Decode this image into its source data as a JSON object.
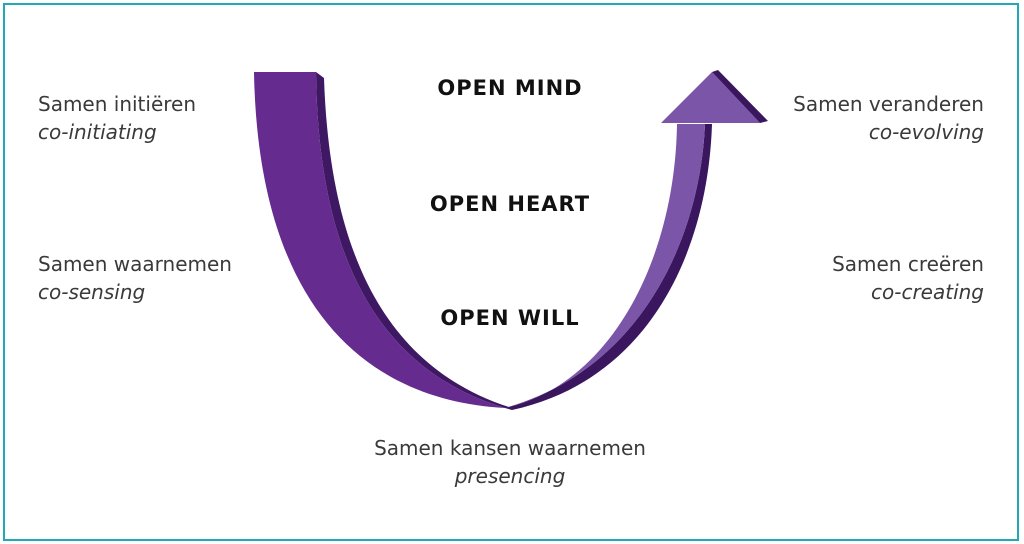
{
  "colors": {
    "border": "#20a8b4",
    "left_arm": "#652b8f",
    "left_arm_dark": "#3f1864",
    "right_arm": "#7b55a8",
    "right_arm_dark": "#3a165f",
    "text": "#3a3a3a",
    "bold_text": "#111111"
  },
  "center": {
    "open_mind": "OPEN MIND",
    "open_heart": "OPEN HEART",
    "open_will": "OPEN WILL"
  },
  "left": [
    {
      "title": "Samen initiëren",
      "subtitle": "co-initiating"
    },
    {
      "title": "Samen waarnemen",
      "subtitle": "co-sensing"
    }
  ],
  "right": [
    {
      "title": "Samen veranderen",
      "subtitle": "co-evolving"
    },
    {
      "title": "Samen creëren",
      "subtitle": "co-creating"
    }
  ],
  "bottom": {
    "title": "Samen kansen waarnemen",
    "subtitle": "presencing"
  }
}
